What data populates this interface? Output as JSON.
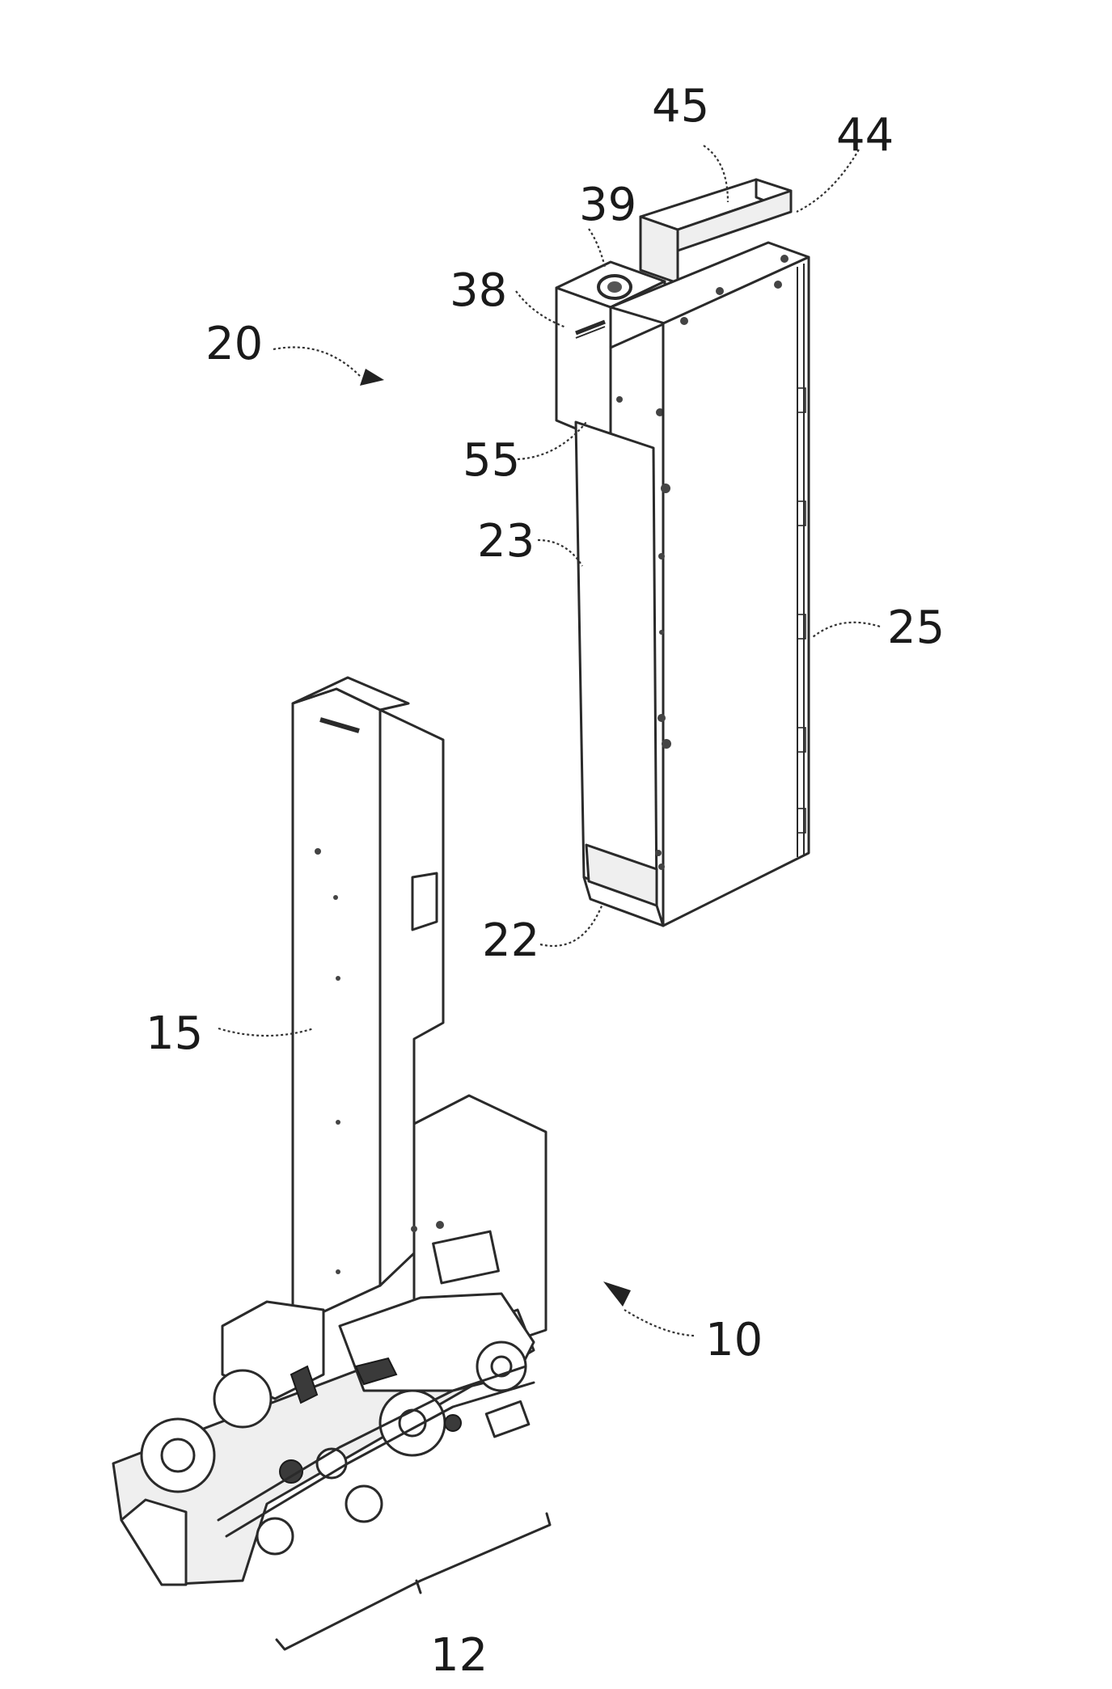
{
  "figure": {
    "labels": {
      "ref_45": "45",
      "ref_44": "44",
      "ref_39": "39",
      "ref_38": "38",
      "ref_20": "20",
      "ref_55": "55",
      "ref_23": "23",
      "ref_25": "25",
      "ref_22": "22",
      "ref_15": "15",
      "ref_10": "10",
      "ref_12": "12"
    }
  }
}
